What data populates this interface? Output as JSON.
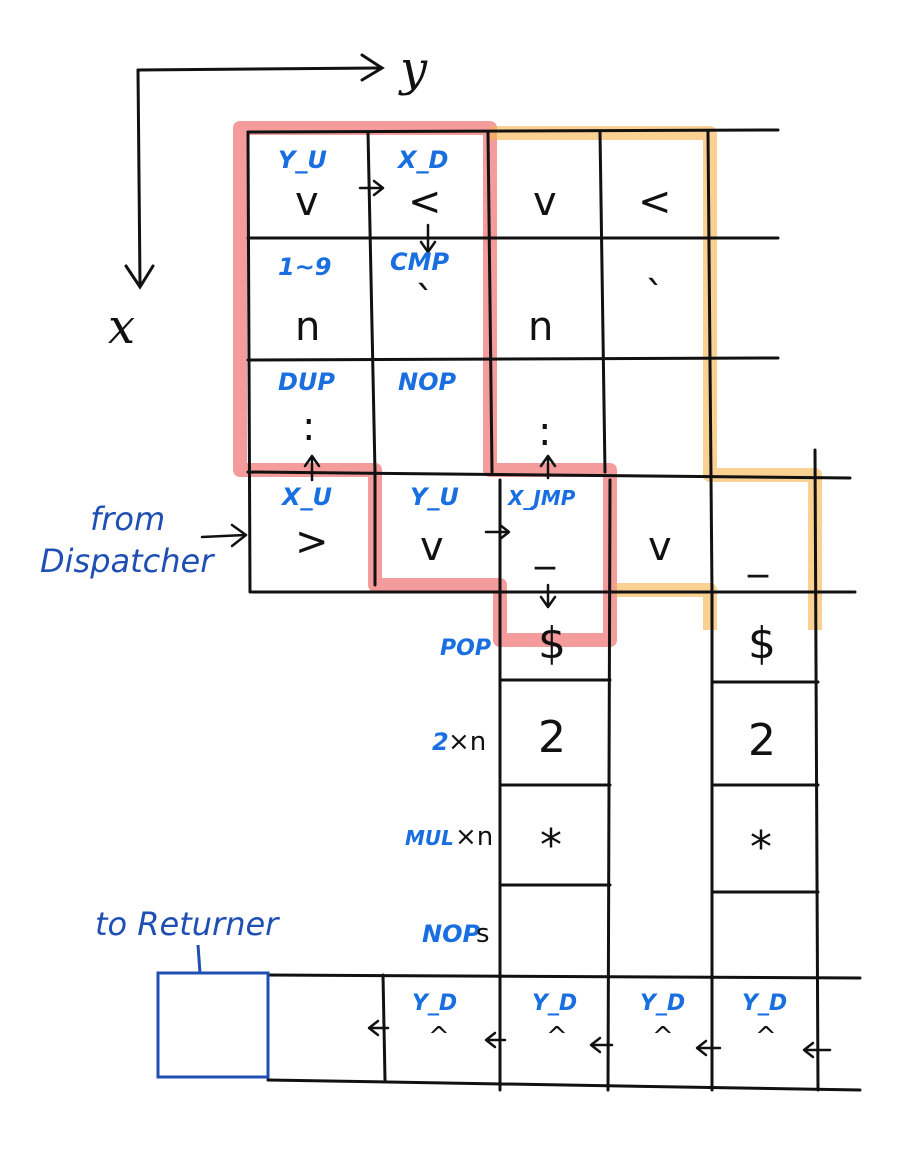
{
  "axes": {
    "x_label": "x",
    "y_label": "y"
  },
  "annotations": {
    "from_dispatcher": "from\nDispatcher",
    "from_line1": "from",
    "from_line2": "Dispatcher",
    "to_returner": "to Returner"
  },
  "colors": {
    "red_highlight": "#f07a7a",
    "orange_highlight": "#f5b34a",
    "blue_text": "#1a6fe0",
    "returner_box": "#1f4fb3"
  },
  "grid": {
    "row0": [
      {
        "label": "Y_U",
        "symbol": "v"
      },
      {
        "label": "X_D",
        "symbol": "<"
      },
      {
        "label": "",
        "symbol": "v"
      },
      {
        "label": "",
        "symbol": "<"
      }
    ],
    "row1": [
      {
        "label": "1~9",
        "symbol": "n"
      },
      {
        "label": "CMP",
        "symbol": "`"
      },
      {
        "label": "",
        "symbol": "n"
      },
      {
        "label": "",
        "symbol": "`"
      }
    ],
    "row2": [
      {
        "label": "DUP",
        "symbol": ":"
      },
      {
        "label": "NOP",
        "symbol": ""
      },
      {
        "label": "",
        "symbol": ":"
      },
      {
        "label": "",
        "symbol": ""
      }
    ],
    "row3": [
      {
        "label": "X_U",
        "symbol": ">"
      },
      {
        "label": "Y_U",
        "symbol": "v"
      },
      {
        "label": "X_JMP",
        "symbol": "_"
      },
      {
        "label": "",
        "symbol": "v"
      },
      {
        "label": "",
        "symbol": "_"
      }
    ]
  },
  "column_rows": [
    {
      "label": "POP",
      "label_suffix": "",
      "symbol": "$"
    },
    {
      "label": "2",
      "label_suffix": "×n",
      "symbol": "2"
    },
    {
      "label": "MUL",
      "label_suffix": "×n",
      "symbol": "*"
    },
    {
      "label": "NOP",
      "label_suffix": "s",
      "symbol": ""
    }
  ],
  "bottom_row": [
    {
      "label": "Y_D",
      "symbol": "^"
    },
    {
      "label": "Y_D",
      "symbol": "^"
    },
    {
      "label": "Y_D",
      "symbol": "^"
    },
    {
      "label": "Y_D",
      "symbol": "^"
    }
  ]
}
